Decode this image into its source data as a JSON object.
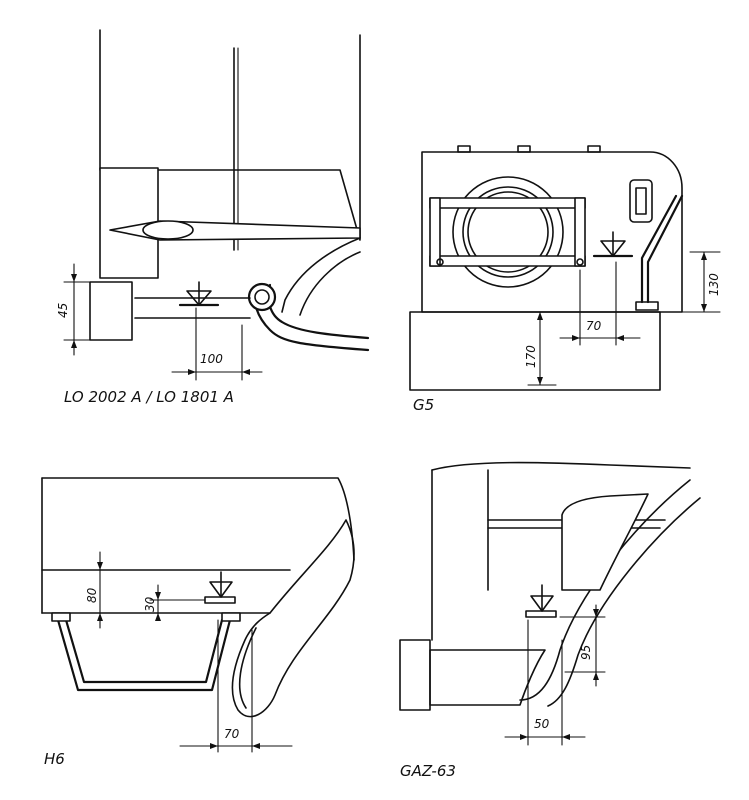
{
  "panels": {
    "lo2002": {
      "caption": "LO 2002 A / LO 1801 A",
      "dims": {
        "height": "45",
        "offset": "100"
      }
    },
    "g5": {
      "caption": "G5",
      "dims": {
        "height_small": "130",
        "offset": "70",
        "height_large": "170"
      }
    },
    "h6": {
      "caption": "H6",
      "dims": {
        "d1": "80",
        "d2": "30",
        "offset": "70"
      }
    },
    "gaz63": {
      "caption": "GAZ-63",
      "dims": {
        "height": "95",
        "offset": "50"
      }
    }
  },
  "symbols": {
    "level_marker": "triangle-level-icon"
  }
}
